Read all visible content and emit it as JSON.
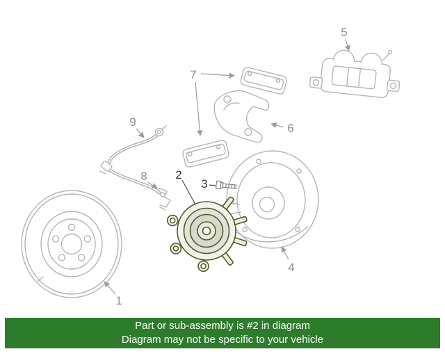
{
  "diagram": {
    "line_color": "#b4b4b4",
    "label_color": "#8f8f8f",
    "highlight_label_color": "#383838",
    "highlight_part_color": "#4f5a26",
    "parts": [
      {
        "label": "1",
        "name": "brake-rotor",
        "highlighted": false
      },
      {
        "label": "2",
        "name": "wheel-hub-assembly",
        "highlighted": true
      },
      {
        "label": "3",
        "name": "hub-mounting-bolt",
        "highlighted": true
      },
      {
        "label": "4",
        "name": "splash-shield",
        "highlighted": false
      },
      {
        "label": "5",
        "name": "brake-caliper",
        "highlighted": false
      },
      {
        "label": "6",
        "name": "caliper-bracket",
        "highlighted": false
      },
      {
        "label": "7",
        "name": "brake-pads",
        "highlighted": false
      },
      {
        "label": "8",
        "name": "hose-bracket-clip",
        "highlighted": false
      },
      {
        "label": "9",
        "name": "brake-hose",
        "highlighted": false
      }
    ]
  },
  "banner": {
    "line1": "Part or sub-assembly is #2 in diagram",
    "line2": "Diagram may not be specific to your vehicle",
    "bg_color": "#2c7c2c",
    "text_color": "#ffffff"
  }
}
